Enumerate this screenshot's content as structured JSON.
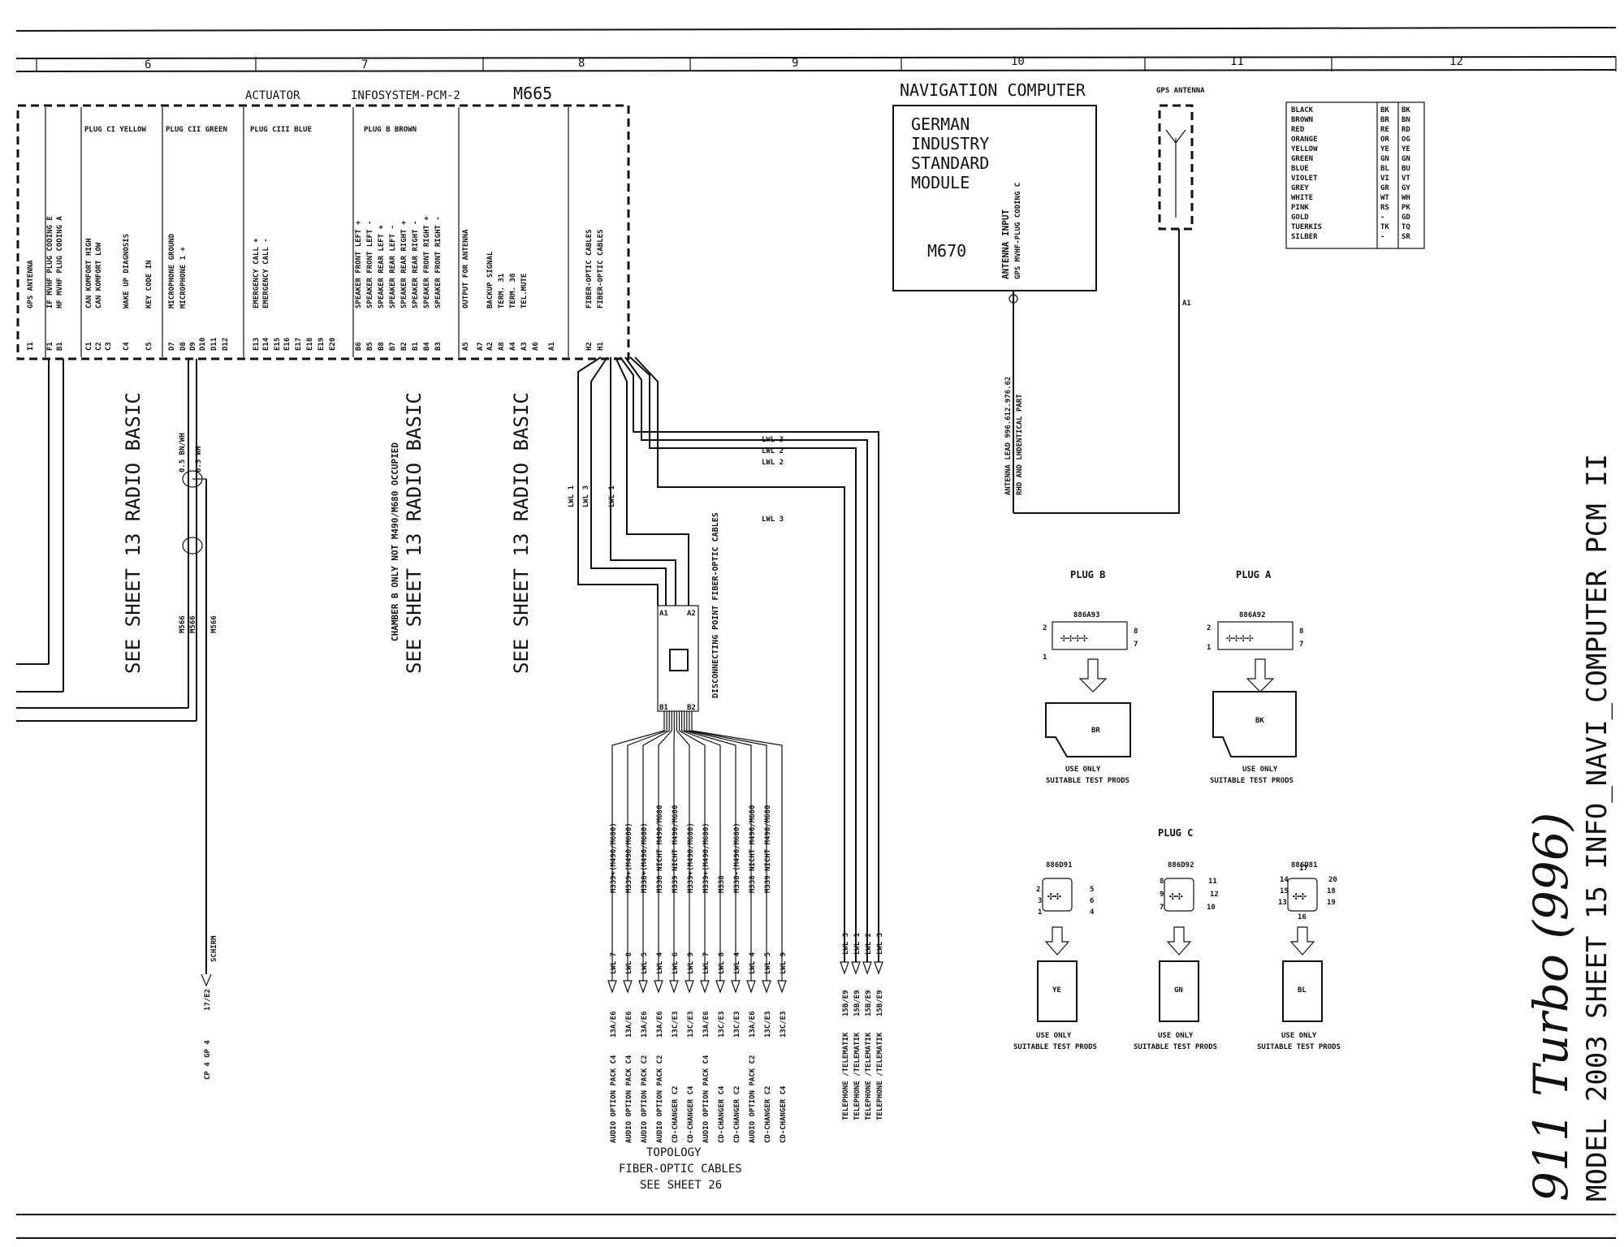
{
  "grid": [
    "6",
    "7",
    "8",
    "9",
    "10",
    "11",
    "12"
  ],
  "header": {
    "actuator": "ACTUATOR",
    "infosystem": "INFOSYSTEM-PCM-2",
    "module_id": "M665",
    "nav_computer": "NAVIGATION COMPUTER",
    "gps_antenna": "GPS ANTENNA"
  },
  "plugs": {
    "ci": "PLUG CI YELLOW",
    "cii": "PLUG CII GREEN",
    "ciii": "PLUG CIII BLUE",
    "b": "PLUG B BROWN"
  },
  "pins": [
    {
      "desc": "GPS ANTENNA",
      "code": "I1"
    },
    {
      "desc": "IF MVHF PLUG  CODING E",
      "code": "F1"
    },
    {
      "desc": "HF MVHF PLUG  CODING A",
      "code": "B1"
    },
    {
      "desc": "CAN KOMFORT HIGH",
      "code": "C1"
    },
    {
      "desc": "CAN KOMFORT LOW",
      "code": "C2"
    },
    {
      "desc": "",
      "code": "C3"
    },
    {
      "desc": "WAKE UP DIAGNOSIS",
      "code": "C4"
    },
    {
      "desc": "KEY CODE IN",
      "code": "C5"
    },
    {
      "desc": "MICROPHONE GROUND",
      "code": "D7"
    },
    {
      "desc": "MICROPHONE 1 +",
      "code": "D8"
    },
    {
      "desc": "",
      "code": "D9"
    },
    {
      "desc": "",
      "code": "D10"
    },
    {
      "desc": "",
      "code": "D11"
    },
    {
      "desc": "",
      "code": "D12"
    },
    {
      "desc": "EMERGENCY CALL  +",
      "code": "E13"
    },
    {
      "desc": "EMERGENCY CALL  -",
      "code": "E14"
    },
    {
      "desc": "",
      "code": "E15"
    },
    {
      "desc": "",
      "code": "E16"
    },
    {
      "desc": "",
      "code": "E17"
    },
    {
      "desc": "",
      "code": "E18"
    },
    {
      "desc": "",
      "code": "E19"
    },
    {
      "desc": "",
      "code": "E20"
    },
    {
      "desc": "SPEAKER FRONT LEFT  +",
      "code": "B6"
    },
    {
      "desc": "SPEAKER FRONT LEFT  -",
      "code": "B5"
    },
    {
      "desc": "SPEAKER REAR LEFT  +",
      "code": "B8"
    },
    {
      "desc": "SPEAKER REAR LEFT  -",
      "code": "B7"
    },
    {
      "desc": "SPEAKER REAR RIGHT  +",
      "code": "B2"
    },
    {
      "desc": "SPEAKER REAR RIGHT  -",
      "code": "B1"
    },
    {
      "desc": "SPEAKER FRONT RIGHT  +",
      "code": "B4"
    },
    {
      "desc": "SPEAKER FRONT RIGHT  -",
      "code": "B3"
    },
    {
      "desc": "OUTPUT FOR ANTENNA",
      "code": "A5"
    },
    {
      "desc": "",
      "code": "A7"
    },
    {
      "desc": "BACKUP SIGNAL",
      "code": "A2"
    },
    {
      "desc": "TERM. 31",
      "code": "A8"
    },
    {
      "desc": "TERM. 30",
      "code": "A4"
    },
    {
      "desc": "TEL.MUTE",
      "code": "A3"
    },
    {
      "desc": "",
      "code": "A6"
    },
    {
      "desc": "",
      "code": "A1"
    },
    {
      "desc": "FIBER-OPTIC CABLES",
      "code": "H2"
    },
    {
      "desc": "FIBER-OPTIC CABLES",
      "code": "H1"
    }
  ],
  "see_sheet": {
    "radio1": "SEE SHEET 13 RADIO BASIC",
    "chamber_note": "CHAMBER B ONLY NOT M490/M680 OCCUPIED",
    "radio2": "SEE SHEET 13 RADIO BASIC",
    "radio3": "SEE SHEET 13 RADIO BASIC"
  },
  "mic_wires": {
    "w1": "0.5 BN/WH",
    "w2": "0.5 WH",
    "m1": "M566",
    "m2": "M566",
    "m3": "M566",
    "screen": "SCHIRM"
  },
  "mic_dest": {
    "code": "17/E2",
    "label": "CP 4 GP 4"
  },
  "nav": {
    "module_lines": [
      "GERMAN",
      "INDUSTRY",
      "STANDARD",
      "MODULE"
    ],
    "m670": "M670",
    "antenna_input": "ANTENNA INPUT",
    "gps_coding": "GPS MVHF-PLUG CODING C",
    "antenna_lead": "ANTENNA LEAD  996.612.976.62",
    "rhd": "RHD AND LHDENTICAL PART",
    "a1": "A1"
  },
  "lwl_labels": [
    "LWL 3",
    "LWL 2",
    "LWL 2",
    "LWL 3",
    "LWL 1",
    "LWL 3",
    "LWL 1"
  ],
  "disconnect": {
    "a1": "A1",
    "a2": "A2",
    "b1": "B1",
    "b2": "B2",
    "label": "DISCONNECTING POINT FIBER-OPTIC CABLES"
  },
  "fiber_rows": [
    {
      "lwl": "LWL 7",
      "cond": "M339+(M490/M680)",
      "code": "13A/E6",
      "dest": "AUDIO OPTION PACK C4"
    },
    {
      "lwl": "LWL 8",
      "cond": "M339+(M490/M680)",
      "code": "13A/E6",
      "dest": "AUDIO OPTION PACK C4"
    },
    {
      "lwl": "LWL 5",
      "cond": "M338+(M490/M680)",
      "code": "13A/E6",
      "dest": "AUDIO OPTION PACK C2"
    },
    {
      "lwl": "LWL 4",
      "cond": "M338 NICHT M490/M680",
      "code": "13A/E6",
      "dest": "AUDIO OPTION PACK C2"
    },
    {
      "lwl": "LWL 6",
      "cond": "M339 NICHT M490/M680",
      "code": "13C/E3",
      "dest": "CD-CHANGER C2"
    },
    {
      "lwl": "LWL 9",
      "cond": "M339+(M490/M680)",
      "code": "13C/E3",
      "dest": "CD-CHANGER C4"
    },
    {
      "lwl": "LWL 7",
      "cond": "M339+(M490/M680)",
      "code": "13A/E6",
      "dest": "AUDIO OPTION PACK C4"
    },
    {
      "lwl": "LWL 8",
      "cond": "M338",
      "code": "13C/E3",
      "dest": "CD-CHANGER C4"
    },
    {
      "lwl": "LWL 4",
      "cond": "M338-(M490/M680)",
      "code": "13C/E3",
      "dest": "CD-CHANGER C2"
    },
    {
      "lwl": "LWL 4",
      "cond": "M338 NICHT M490/M680",
      "code": "13A/E6",
      "dest": "AUDIO OPTION PACK C2"
    },
    {
      "lwl": "LWL 5",
      "cond": "M339 NICHT M490/M680",
      "code": "13C/E3",
      "dest": "CD-CHANGER C2"
    },
    {
      "lwl": "LWL 9",
      "cond": "",
      "code": "13C/E3",
      "dest": "CD-CHANGER C4"
    }
  ],
  "topology": [
    "TOPOLOGY",
    "FIBER-OPTIC CABLES",
    "SEE SHEET   26"
  ],
  "tel_rows": [
    {
      "lwl": "LWL 3",
      "code": "15B/E9",
      "dest": "TELEPHONE /TELEMATIK"
    },
    {
      "lwl": "LWL 1",
      "code": "15B/E9",
      "dest": "TELEPHONE /TELEMATIK"
    },
    {
      "lwl": "LWL 2",
      "code": "15B/E9",
      "dest": "TELEPHONE /TELEMATIK"
    },
    {
      "lwl": "LWL 3",
      "code": "15B/E9",
      "dest": "TELEPHONE /TELEMATIK"
    }
  ],
  "plug_b": {
    "title": "PLUG B",
    "part": "886A93",
    "color": "BR",
    "note1": "USE ONLY",
    "note2": "SUITABLE TEST PRODS",
    "n2": "2",
    "n1": "1",
    "n8": "8",
    "n7": "7"
  },
  "plug_a": {
    "title": "PLUG A",
    "part": "886A92",
    "color": "BK",
    "note1": "USE ONLY",
    "note2": "SUITABLE TEST PRODS",
    "n2": "2",
    "n1": "1",
    "n8": "8",
    "n7": "7"
  },
  "plug_c": {
    "title": "PLUG     C",
    "c1": {
      "part": "886D91",
      "color": "YE",
      "note1": "USE ONLY",
      "note2": "SUITABLE TEST PRODS",
      "nums": [
        "2",
        "3",
        "1",
        "5",
        "6",
        "4"
      ]
    },
    "c2": {
      "part": "886D92",
      "color": "GN",
      "note1": "USE ONLY",
      "note2": "SUITABLE TEST PRODS",
      "nums": [
        "8",
        "9",
        "7",
        "11",
        "12",
        "10"
      ]
    },
    "c3": {
      "part": "886D81",
      "color": "BL",
      "note1": "USE ONLY",
      "note2": "SUITABLE TEST PRODS",
      "nums": [
        "17",
        "14",
        "15",
        "13",
        "16",
        "20",
        "18",
        "19"
      ]
    }
  },
  "colors": [
    [
      "BLACK",
      "BK",
      "BK"
    ],
    [
      "BROWN",
      "BR",
      "BN"
    ],
    [
      "RED",
      "RE",
      "RD"
    ],
    [
      "ORANGE",
      "OR",
      "OG"
    ],
    [
      "YELLOW",
      "YE",
      "YE"
    ],
    [
      "GREEN",
      "GN",
      "GN"
    ],
    [
      "BLUE",
      "BL",
      "BU"
    ],
    [
      "VIOLET",
      "VI",
      "VT"
    ],
    [
      "GREY",
      "GR",
      "GY"
    ],
    [
      "WHITE",
      "WT",
      "WH"
    ],
    [
      "PINK",
      "RS",
      "PK"
    ],
    [
      "GOLD",
      "-",
      "GD"
    ],
    [
      "TUERKIS",
      "TK",
      "TQ"
    ],
    [
      "SILBER",
      "-",
      "SR"
    ]
  ],
  "side": {
    "brand": "911 Turbo (996)",
    "model": "MODEL 2003   SHEET 15   INFO_NAVI_COMPUTER PCM II"
  }
}
